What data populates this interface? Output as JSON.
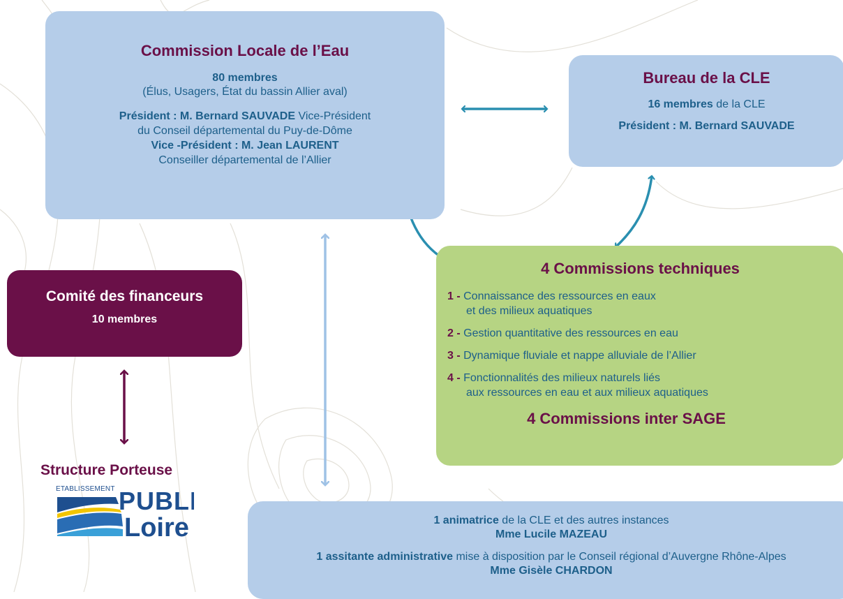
{
  "colors": {
    "purple": "#6a1048",
    "teal_arrow": "#2a8fb0",
    "light_blue_box": "#b5cde9",
    "green_box": "#b6d483",
    "text_blue": "#1d5f8a"
  },
  "cle": {
    "title": "Commission Locale de l’Eau",
    "members_bold": "80 membres",
    "members_detail": "(Élus, Usagers, État du bassin Allier aval)",
    "president_label": "Président : M. Bernard SAUVADE",
    "president_role_1": " Vice-Président",
    "president_role_2": "du Conseil départemental du Puy-de-Dôme",
    "vice_president_label": "Vice -Président : M. Jean LAURENT",
    "vice_president_role": "Conseiller départemental de l’Allier"
  },
  "bureau": {
    "title": "Bureau de la CLE",
    "members_bold": "16 membres",
    "members_rest": " de la CLE",
    "president": "Président : M. Bernard SAUVADE"
  },
  "comite": {
    "title": "Comité des financeurs",
    "members": "10 membres"
  },
  "tech": {
    "title": "4 Commissions techniques",
    "items": [
      {
        "num": "1 - ",
        "line1": "Connaissance des ressources en eaux",
        "line2": "et des milieux aquatiques"
      },
      {
        "num": "2 - ",
        "line1": "Gestion quantitative des ressources en eau"
      },
      {
        "num": "3 - ",
        "line1": "Dynamique fluviale et nappe alluviale de l’Allier"
      },
      {
        "num": "4 - ",
        "line1": "Fonctionnalités des milieux naturels liés",
        "line2": "aux ressources en eau et aux milieux aquatiques"
      }
    ],
    "inter": "4 Commissions inter SAGE"
  },
  "porteuse": {
    "title": "Structure Porteuse",
    "logo_text_top": "ETABLISSEMENT",
    "logo_text_public": "PUBLIC",
    "logo_text_loire": "Loire"
  },
  "staff": {
    "animatrice_bold": "1 animatrice",
    "animatrice_rest": " de la CLE et des autres instances",
    "animatrice_name": "Mme Lucile MAZEAU",
    "assistante_bold": "1 assitante administrative",
    "assistante_rest": " mise à disposition par le Conseil régional d’Auvergne Rhône-Alpes",
    "assistante_name": "Mme Gisèle CHARDON"
  }
}
